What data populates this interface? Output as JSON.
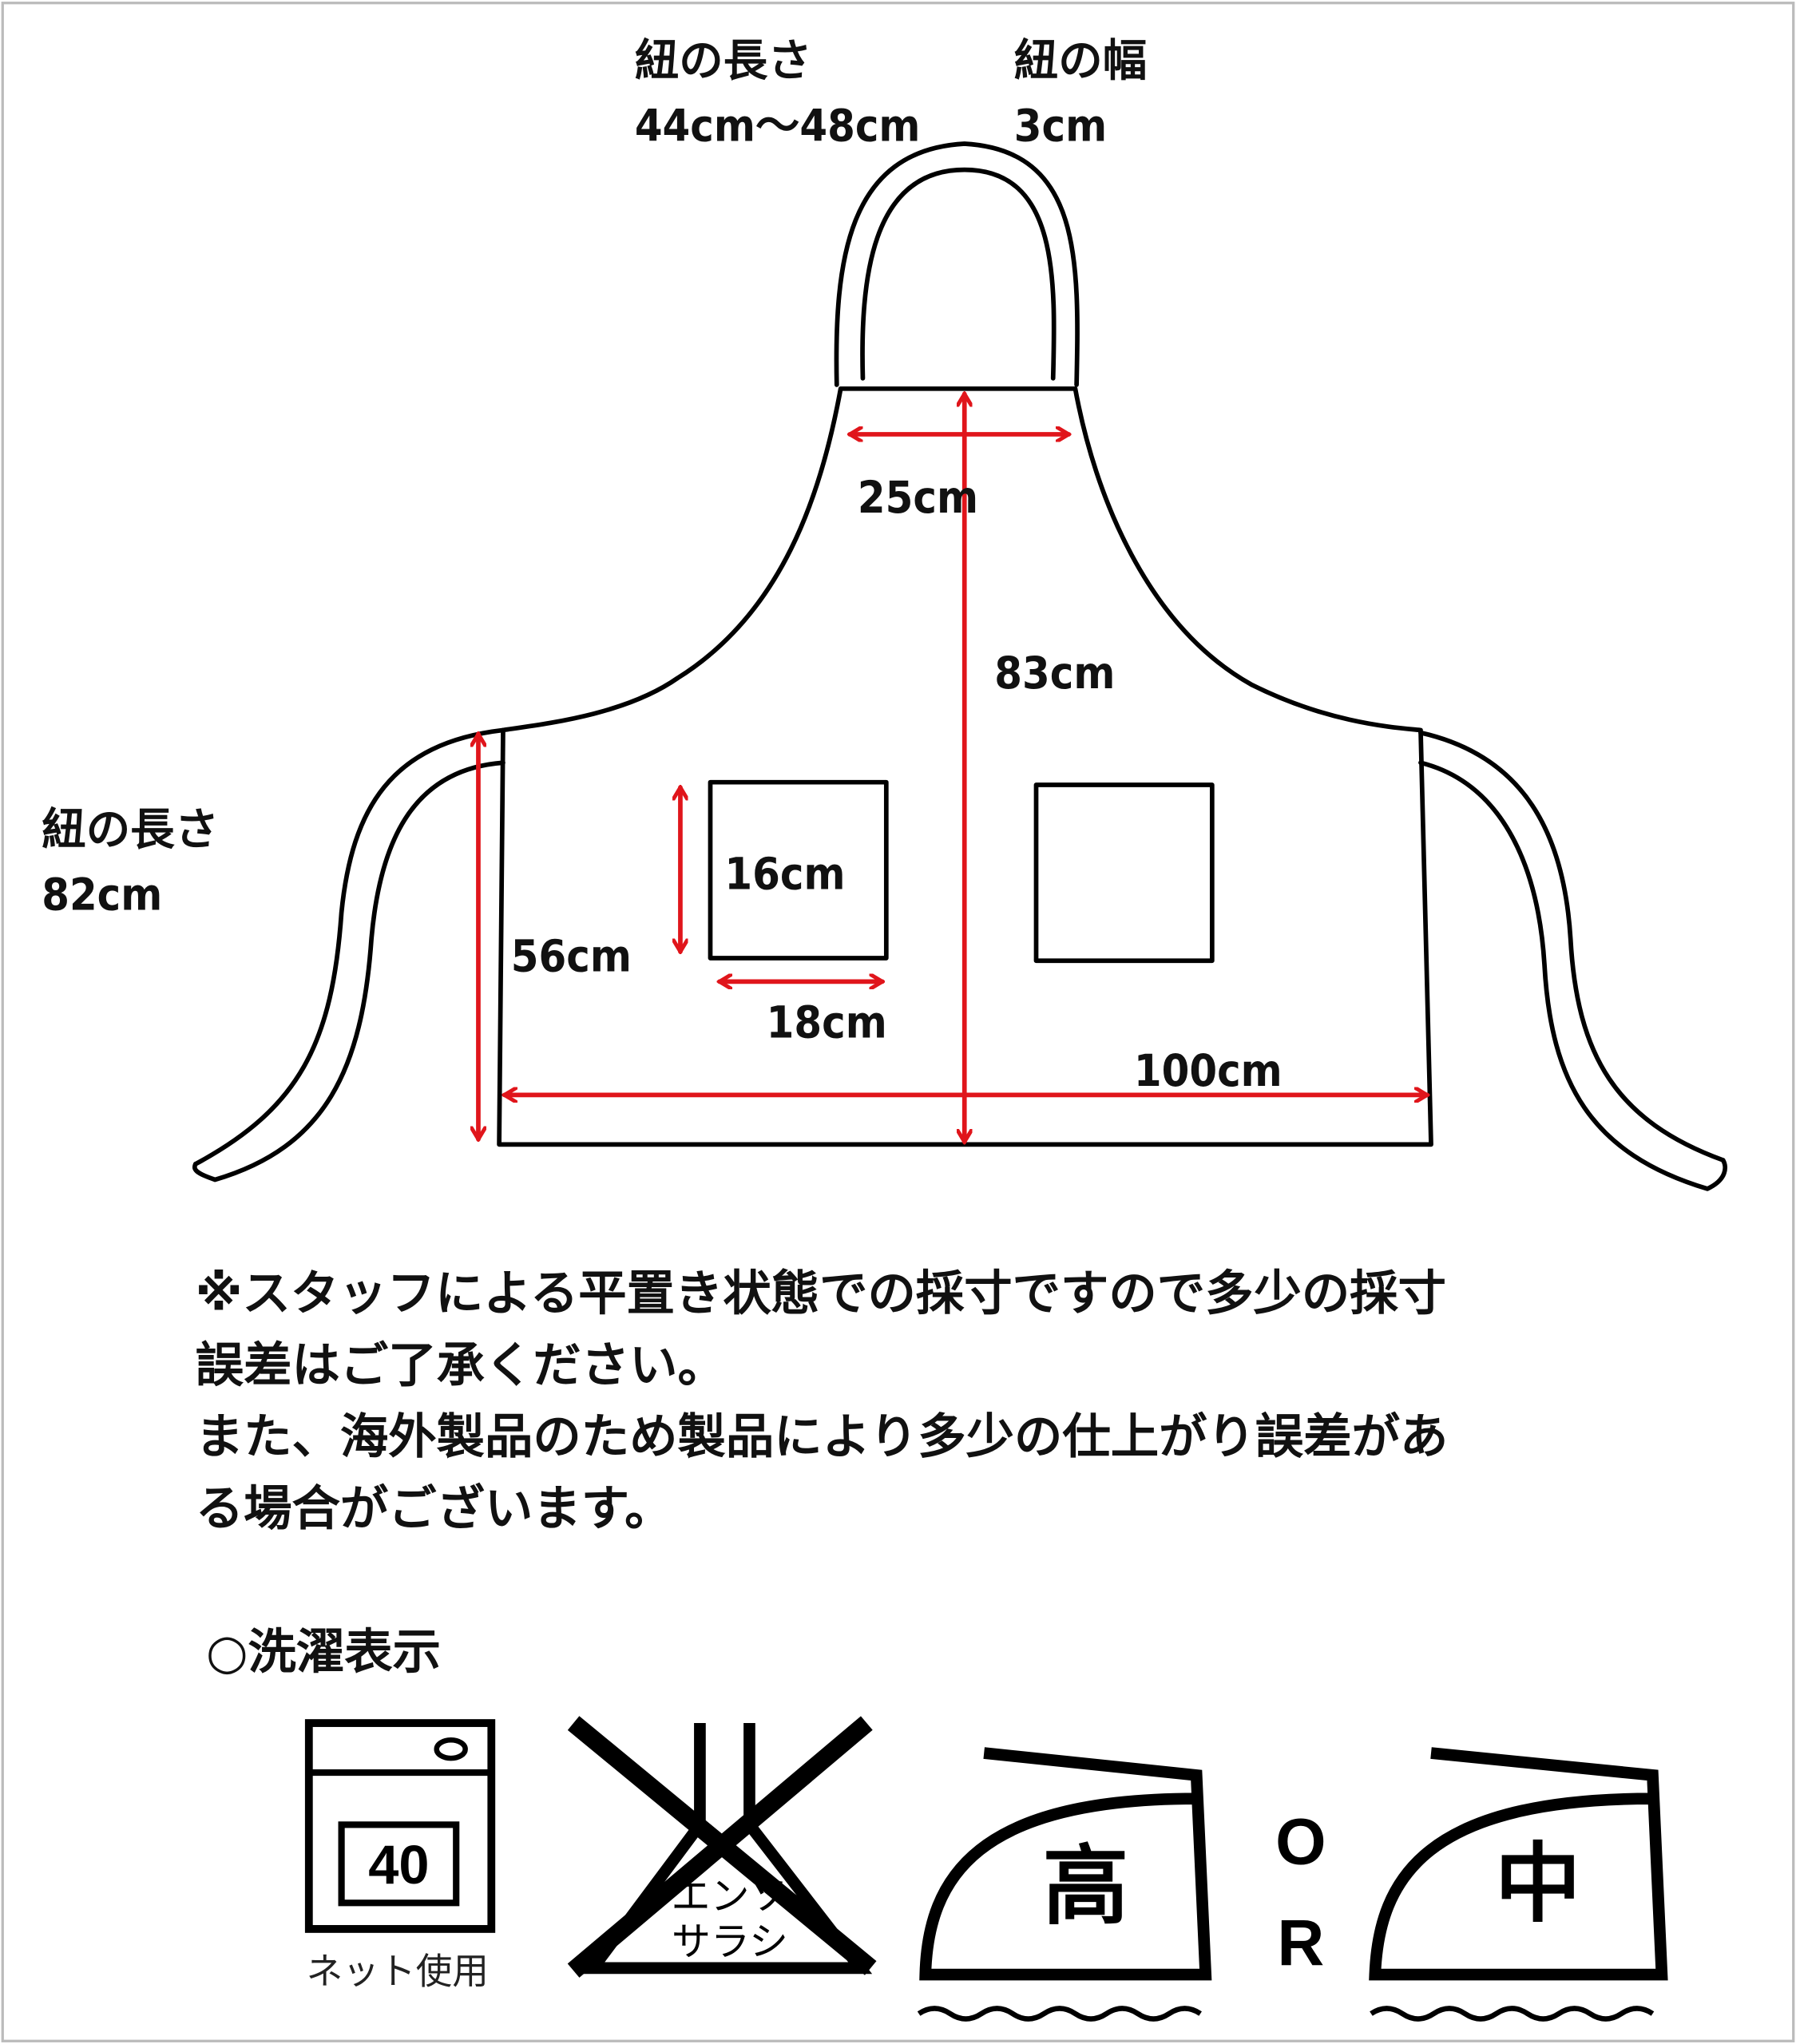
{
  "labels": {
    "neck_strap_length_title": "紐の長さ",
    "neck_strap_length_value": "44cm〜48cm",
    "strap_width_title": "紐の幅",
    "strap_width_value": "3cm",
    "bib_width": "25cm",
    "total_length": "83cm",
    "waist_strap_length_title": "紐の長さ",
    "waist_strap_length_value": "82cm",
    "side_length": "56cm",
    "pocket_height": "16cm",
    "pocket_width": "18cm",
    "hem_width": "100cm"
  },
  "notes": [
    "※スタッフによる平置き状態での採寸ですので多少の採寸",
    "誤差はご了承ください。",
    "また、海外製品のため製品により多少の仕上がり誤差があ",
    "る場合がございます。"
  ],
  "care": {
    "title": "○洗濯表示",
    "wash_temp": "40",
    "wash_note": "ネット使用",
    "bleach_line1": "エンソ",
    "bleach_line2": "サラシ",
    "iron_high": "高",
    "or_o": "O",
    "or_r": "R",
    "iron_medium": "中"
  },
  "colors": {
    "dimension": "#e0151b",
    "outline": "#000000"
  }
}
